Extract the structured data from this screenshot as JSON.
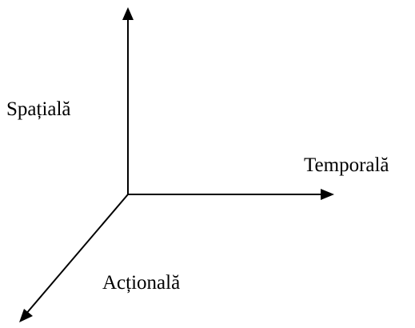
{
  "diagram": {
    "axes": {
      "spatial": {
        "label": "Spațială",
        "direction": "up"
      },
      "temporal": {
        "label": "Temporală",
        "direction": "right"
      },
      "actional": {
        "label": "Acțională",
        "direction": "down-left"
      }
    },
    "line_color": "#000000"
  }
}
